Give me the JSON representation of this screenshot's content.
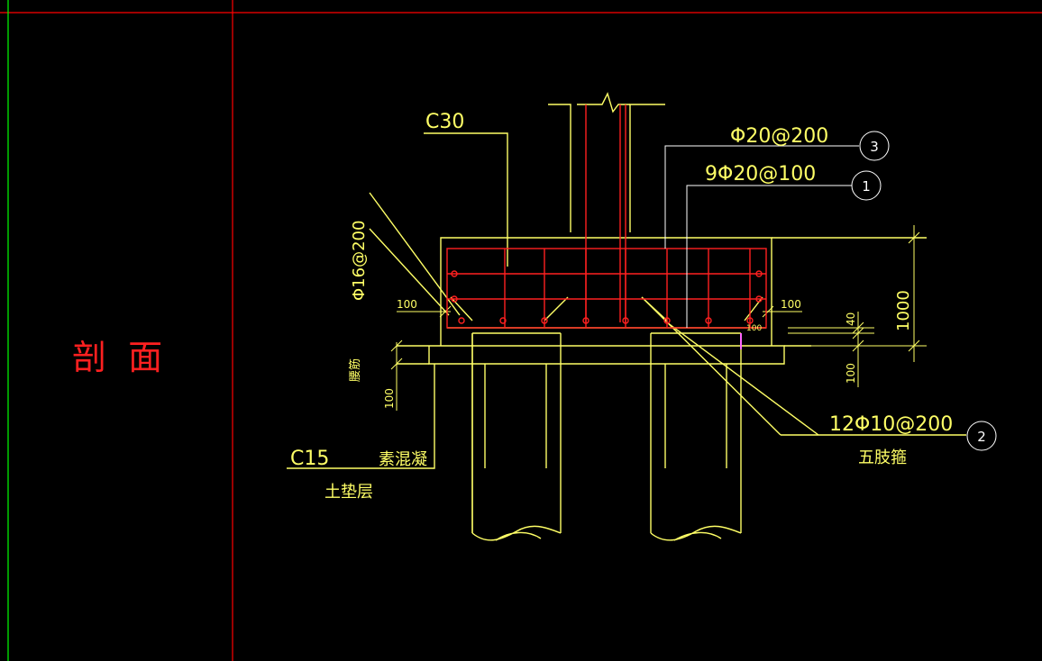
{
  "title": "剖 面",
  "colors": {
    "background": "#000000",
    "frame_red": "#ff0000",
    "frame_green": "#00ff00",
    "outline_yellow": "#ffff66",
    "rebar_red": "#ff2020",
    "callout_white": "#ffffff",
    "marker_magenta": "#ff66ff"
  },
  "labels": {
    "concrete_grade": "C30",
    "side_rebar": "Φ16@200",
    "stirrup_top": "Φ20@200",
    "main_rebar": "9Φ20@100",
    "stirrup_bottom": "12Φ10@200",
    "stirrup_type": "五肢箍",
    "cover_left": "100",
    "cover_right": "100",
    "small_dim": "100",
    "dim_40": "40",
    "dim_1000": "1000",
    "dim_100_right": "100",
    "dim_100_left": "100",
    "side_vertical": "腰筋",
    "bedding_grade": "C15",
    "bedding_material": "素混凝",
    "bedding_layer": "土垫层"
  },
  "callouts": [
    {
      "number": "3"
    },
    {
      "number": "1"
    },
    {
      "number": "2"
    }
  ]
}
